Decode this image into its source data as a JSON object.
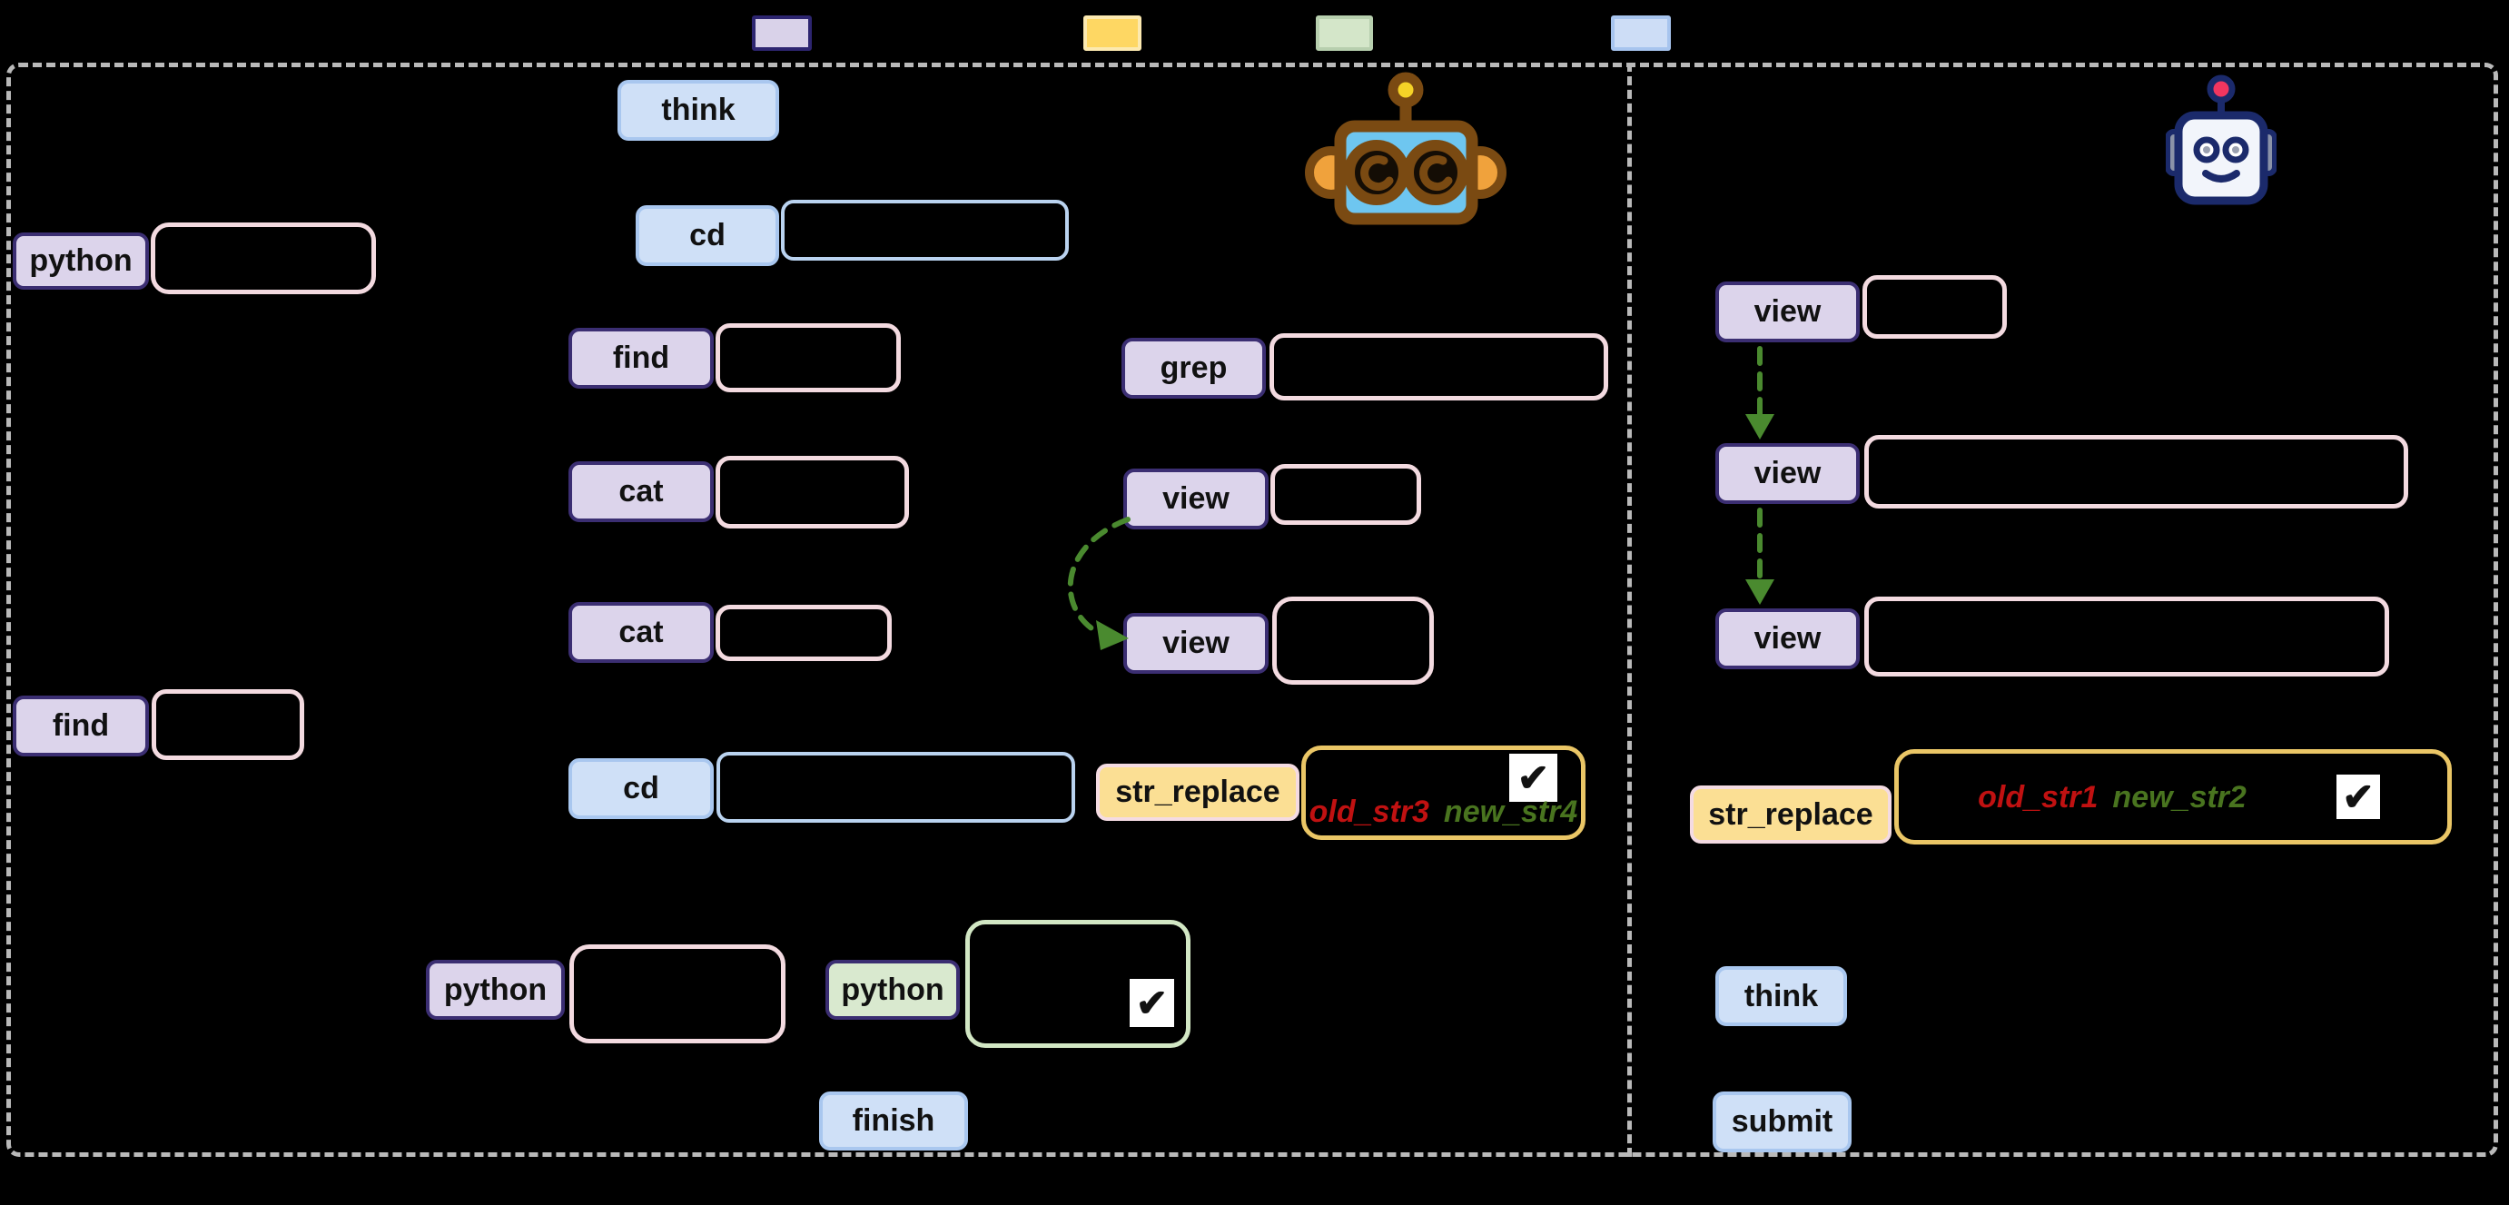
{
  "colors": {
    "purple-fill": "#dcd4eb",
    "purple-border": "#3b2e72",
    "blue-fill": "#cfe0f7",
    "blue-border": "#a9c7ef",
    "yellow-fill": "#fbdf94",
    "yellow-label-border": "#f4dbe2",
    "yellow-outline": "#eac666",
    "green-fill": "#d9e9cf",
    "green-outline": "#d2e7c4",
    "pink-outline": "#f3dae0",
    "blue-outline": "#bad3f0",
    "arrow-green": "#4a8a2f",
    "old-str-red": "#c01111",
    "new-str-green": "#49741f",
    "dash-gray": "#b9b9b9",
    "legend-purple": "#d9d2e9",
    "legend-purple-border": "#2d2570",
    "legend-yellow": "#fed763",
    "legend-yellow-border": "#fce9b0",
    "legend-green": "#d4e6c9",
    "legend-green-border": "#b7cfae",
    "legend-blue": "#cdddf6",
    "legend-blue-border": "#a7c4ee"
  },
  "legend": {
    "swatches": [
      {
        "name": "purple"
      },
      {
        "name": "yellow"
      },
      {
        "name": "green"
      },
      {
        "name": "blue"
      }
    ]
  },
  "left_panel": {
    "think": "think",
    "cd_top": "cd",
    "python_top": "python",
    "find_top": "find",
    "grep": "grep",
    "cat_1": "cat",
    "view_1": "view",
    "cat_2": "cat",
    "view_2": "view",
    "find_bottom": "find",
    "cd_bottom": "cd",
    "str_replace": "str_replace",
    "str_replace_old": "old_str3",
    "str_replace_new": "new_str4",
    "str_replace_check": "✔",
    "python_bottom_1": "python",
    "python_bottom_2": "python",
    "python_check": "✔",
    "finish": "finish"
  },
  "right_panel": {
    "view_1": "view",
    "view_2": "view",
    "view_3": "view",
    "str_replace": "str_replace",
    "str_replace_old": "old_str1",
    "str_replace_new": "new_str2",
    "str_replace_check": "✔",
    "think": "think",
    "submit": "submit"
  }
}
